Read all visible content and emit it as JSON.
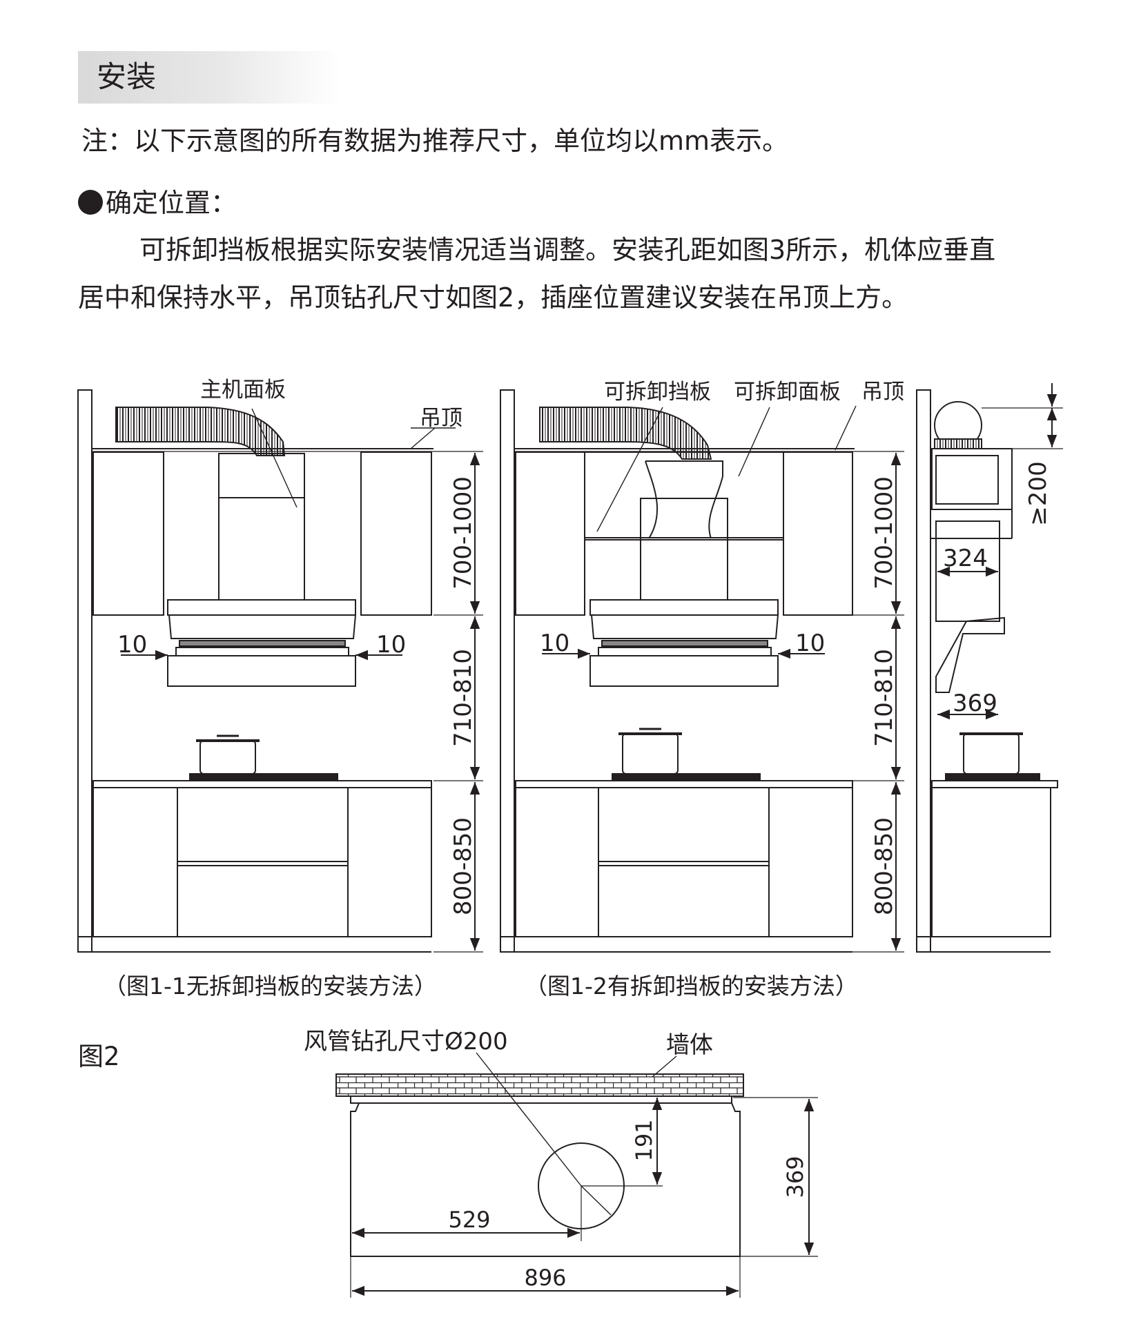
{
  "section": {
    "title": "安装"
  },
  "note": "注：以下示意图的所有数据为推荐尺寸，单位均以mm表示。",
  "position": {
    "heading": "确定位置：",
    "line1": "可拆卸挡板根据实际安装情况适当调整。安装孔距如图3所示，机体应垂直",
    "line2": "居中和保持水平，吊顶钻孔尺寸如图2，插座位置建议安装在吊顶上方。"
  },
  "figure1_1": {
    "label_panel": "主机面板",
    "label_ceiling": "吊顶",
    "dim_top": "700-1000",
    "dim_mid": "710-810",
    "dim_bottom": "800-850",
    "dim_left": "10",
    "dim_right": "10",
    "caption": "（图1-1无拆卸挡板的安装方法）"
  },
  "figure1_2": {
    "label_baffle": "可拆卸挡板",
    "label_panel": "可拆卸面板",
    "label_ceiling": "吊顶",
    "dim_top": "700-1000",
    "dim_mid": "710-810",
    "dim_bottom": "800-850",
    "dim_left": "10",
    "dim_right": "10",
    "caption": "（图1-2有拆卸挡板的安装方法）"
  },
  "side_view": {
    "dim_clearance": "≥200",
    "dim_depth_top": "324",
    "dim_depth_bottom": "369"
  },
  "figure2": {
    "label": "图2",
    "label_duct": "风管钻孔尺寸Ø200",
    "label_wall": "墙体",
    "dim_hole_depth": "191",
    "dim_depth": "369",
    "dim_hole_x": "529",
    "dim_width": "896"
  }
}
